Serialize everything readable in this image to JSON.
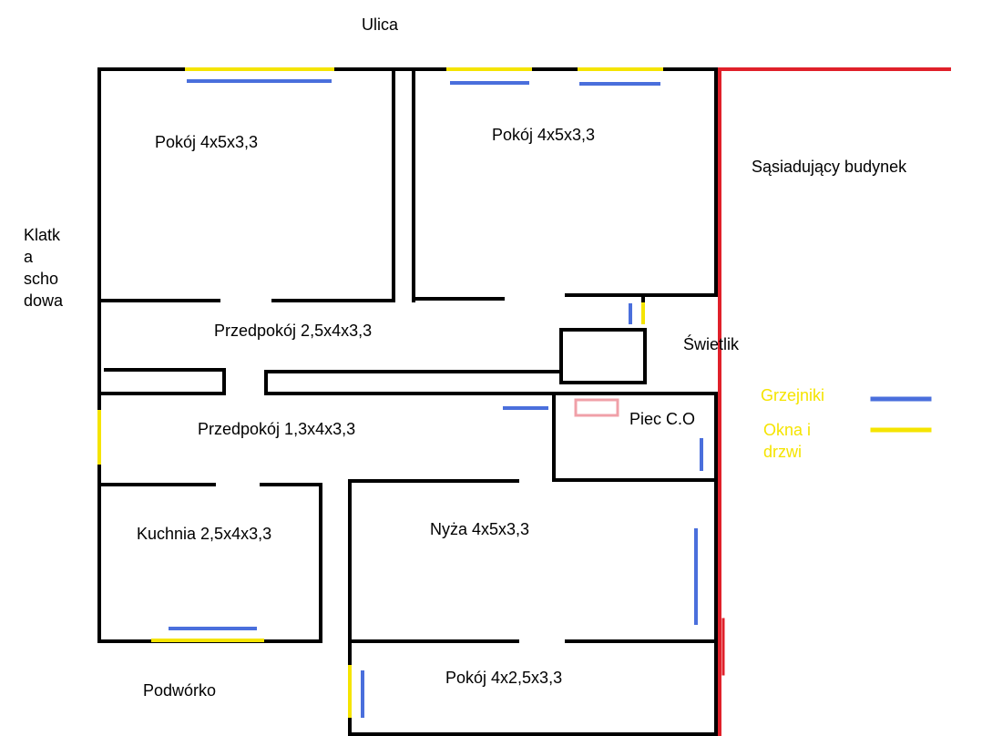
{
  "colors": {
    "wall": "#000000",
    "radiator": "#4a6fdc",
    "window": "#f5e400",
    "boundary": "#e0202a",
    "stove": "#f0a0a8",
    "legend_text": "#f5e400"
  },
  "labels": {
    "street": "Ulica",
    "neighbor": "Sąsiadujący budynek",
    "staircase": [
      "Klatk",
      "a",
      "scho",
      "dowa"
    ],
    "skylight": "Świetlik",
    "yard": "Podwórko"
  },
  "rooms": [
    {
      "id": "room-nw",
      "label": "Pokój 4x5x3,3"
    },
    {
      "id": "room-ne",
      "label": "Pokój 4x5x3,3"
    },
    {
      "id": "hall-1",
      "label": "Przedpokój 2,5x4x3,3"
    },
    {
      "id": "hall-2",
      "label": "Przedpokój 1,3x4x3,3"
    },
    {
      "id": "boiler",
      "label": "Piec C.O"
    },
    {
      "id": "kitchen",
      "label": "Kuchnia 2,5x4x3,3"
    },
    {
      "id": "niche",
      "label": "Nyża 4x5x3,3"
    },
    {
      "id": "room-s",
      "label": "Pokój 4x2,5x3,3"
    }
  ],
  "legend": {
    "radiators": "Grzejniki",
    "windows_doors": [
      "Okna i",
      "drzwi"
    ]
  }
}
